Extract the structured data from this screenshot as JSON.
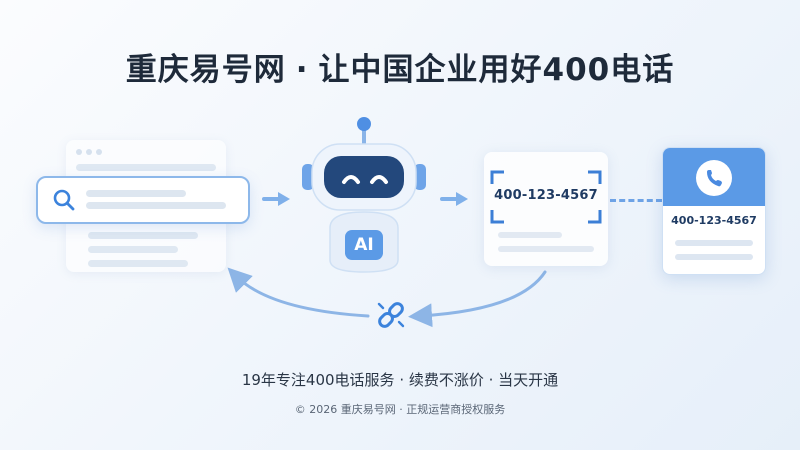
{
  "title": {
    "brand": "重庆易号网",
    "separator": "·",
    "slogan": "让中国企业用好400电话"
  },
  "robot": {
    "badge": "AI"
  },
  "middle_card": {
    "phone": "400-123-4567"
  },
  "contact_card": {
    "phone": "400-123-4567",
    "icon": "phone-icon"
  },
  "footer": {
    "subtitle": "19年专注400电话服务 · 续费不涨价 · 当天开通",
    "copyright": "© 2026 重庆易号网 · 正规运营商授权服务"
  },
  "colors": {
    "accent": "#5b9ae6",
    "robot_face": "#23487c",
    "text_dark": "#1e2a3a"
  }
}
